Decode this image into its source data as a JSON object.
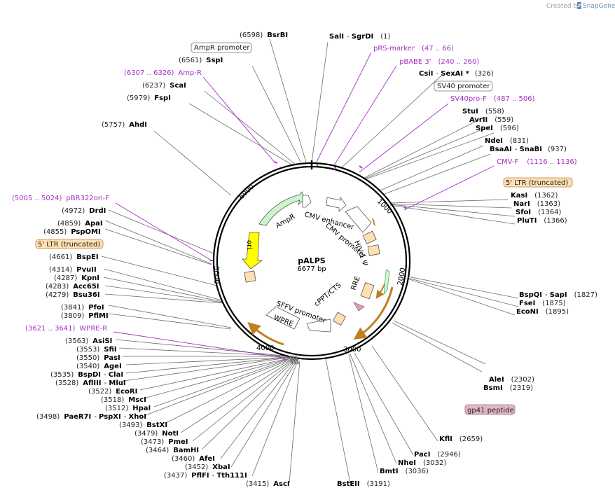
{
  "credit": {
    "created_by": "Created by",
    "brand": "SnapGene"
  },
  "plasmid": {
    "name": "pALPS",
    "size": "6677 bp"
  },
  "ticks": [
    "1000",
    "2000",
    "3000",
    "4000",
    "5000",
    "6000"
  ],
  "features": [
    {
      "name": "CMV enhancer",
      "color": "#ffffff"
    },
    {
      "name": "CMV promoter",
      "color": "#ffffff"
    },
    {
      "name": "HIV-1 Ψ",
      "color": "#ffe0b2"
    },
    {
      "name": "RRE",
      "color": "#ffe0b2"
    },
    {
      "name": "cPPT/CTS",
      "color": "#ffe0b2"
    },
    {
      "name": "SFFV promoter",
      "color": "#ffffff"
    },
    {
      "name": "WPRE",
      "color": "#ffffff"
    },
    {
      "name": "ori",
      "color": "#ffff00"
    },
    {
      "name": "AmpR",
      "color": "#ccf5cc"
    },
    {
      "name": "AmpR promoter",
      "color": "#ffffff"
    }
  ],
  "boxed_labels": {
    "ampr_promoter": "AmpR promoter",
    "sv40_promoter": "SV40 promoter",
    "ltr_right": "5' LTR (truncated)",
    "ltr_left": "5' LTR (truncated)",
    "gp41": "gp41 peptide"
  },
  "colors": {
    "primer": "#a62ec4",
    "ltr_box": "#ffe0b2",
    "gp41_box": "#e0b8c4",
    "ring": "#000000"
  }
}
